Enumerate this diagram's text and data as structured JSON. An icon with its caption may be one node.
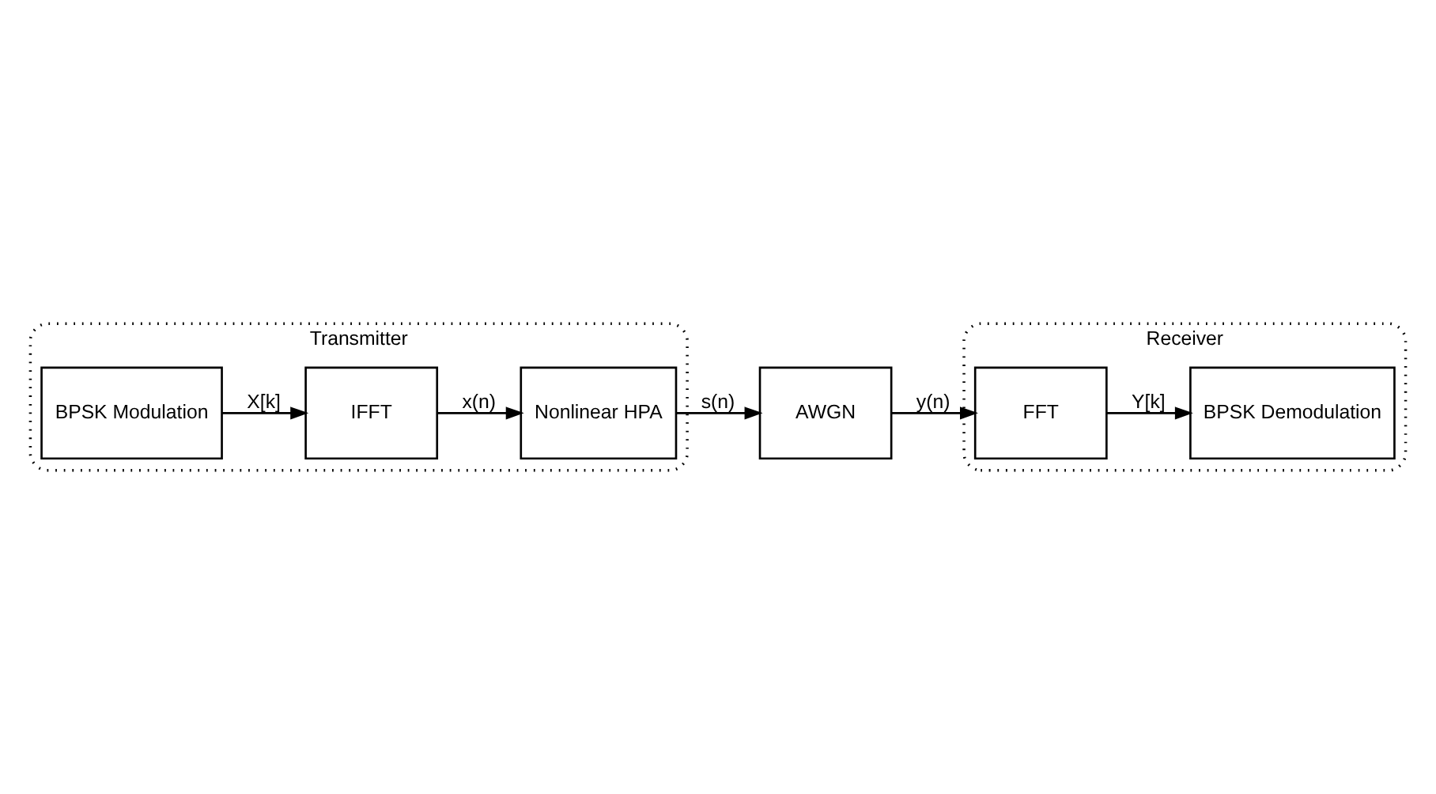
{
  "diagram": {
    "nodes": [
      {
        "text": [
          "Transmitter"
        ]
      },
      {
        "text": [
          "BPSK Modulation"
        ],
        "in": 0
      },
      {
        "text": [
          "IFFT"
        ],
        "in": 0
      },
      {
        "text": [
          "Nonlinear HPA"
        ],
        "in": 0
      },
      {
        "text": [
          "AWGN"
        ]
      },
      {
        "text": [
          "Receiver"
        ]
      },
      {
        "text": [
          "FFT"
        ],
        "in": 5
      },
      {
        "text": [
          "BPSK Demodulation"
        ],
        "in": 5
      }
    ],
    "edges": [
      {
        "from": 1,
        "to": 2,
        "arrow": "to",
        "label": "X[k]"
      },
      {
        "from": 2,
        "to": 3,
        "arrow": "to",
        "label": "x(n)"
      },
      {
        "from": 3,
        "to": 4,
        "arrow": "to",
        "label": "s(n)"
      },
      {
        "from": 4,
        "to": 6,
        "arrow": "to",
        "label": "y(n)"
      },
      {
        "from": 6,
        "to": 7,
        "arrow": "to",
        "label": "Y[k]"
      }
    ]
  }
}
